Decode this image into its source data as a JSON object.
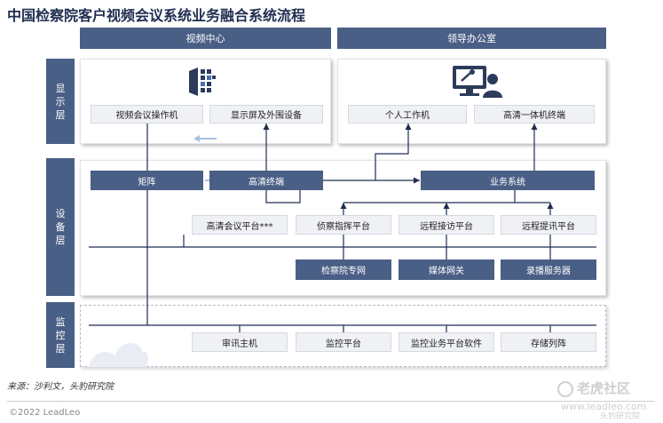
{
  "title": "中国检察院客户视频会议系统业务融合系统流程",
  "columns": {
    "video_center": "视频中心",
    "leader_office": "领导办公室"
  },
  "layers": {
    "display": "显\n示\n层",
    "device": "设\n备\n层",
    "monitor": "监\n控\n层"
  },
  "display_layer": {
    "video_console": "视频会议操作机",
    "display_devices": "显示屏及外围设备",
    "personal_workstation": "个人工作机",
    "hd_terminal_aio": "高清一体机终端",
    "icons": [
      "video-wall-icon",
      "computer-user-icon"
    ]
  },
  "device_layer": {
    "matrix": "矩阵",
    "hd_terminal": "高清终端",
    "business_system": "业务系统",
    "hd_conference_platform": "高清会议平台***",
    "investigation_platform": "侦察指挥平台",
    "remote_visit_platform": "远程接访平台",
    "remote_interrogation_platform": "远程提讯平台",
    "procuratorate_network": "检察院专网",
    "media_gateway": "媒体网关",
    "recording_server": "录播服务器"
  },
  "monitor_layer": {
    "interrogation_host": "审讯主机",
    "monitor_platform": "监控平台",
    "monitor_software": "监控业务平台软件",
    "storage_array": "存储列阵"
  },
  "footer": {
    "source": "来源：沙利文，头豹研究院",
    "copyright": "©2022 LeadLeo",
    "brand": "老虎社区",
    "brand_url": "www.leadleo.com",
    "brand_sub": "头豹研究院"
  },
  "colors": {
    "primary": "#4a5f86",
    "light_box": "#eff1f4",
    "line": "#1f2d50",
    "panel_border": "#e1e4ea"
  }
}
